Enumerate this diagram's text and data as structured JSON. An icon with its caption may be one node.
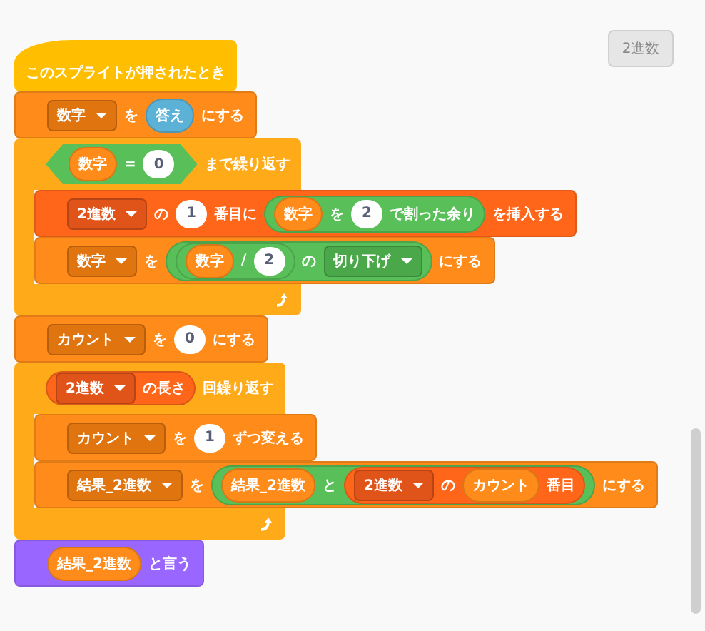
{
  "diagram": {
    "nodes": [
      {
        "text": [
          "このスプライトが押されたとき"
        ]
      },
      {
        "text": [
          "を",
          "にする"
        ]
      },
      {
        "text": [
          "数字"
        ],
        "in": 1
      },
      {
        "text": [
          "答え"
        ],
        "in": 1
      },
      {
        "text": [
          "まで繰り返す"
        ]
      },
      {
        "text": [
          "="
        ],
        "in": 4
      },
      {
        "text": [
          "数字"
        ],
        "in": 5
      },
      {
        "text": [
          "0"
        ],
        "in": 5
      },
      {
        "text": [
          "の",
          "番目に",
          "を挿入する"
        ]
      },
      {
        "text": [
          "2進数"
        ],
        "in": 8
      },
      {
        "text": [
          "1"
        ],
        "in": 8
      },
      {
        "text": [
          "を",
          "で割った余り"
        ],
        "in": 8
      },
      {
        "text": [
          "数字"
        ],
        "in": 11
      },
      {
        "text": [
          "2"
        ],
        "in": 11
      },
      {
        "text": [
          "を",
          "にする"
        ]
      },
      {
        "text": [
          "数字"
        ],
        "in": 14
      },
      {
        "text": [
          "の"
        ],
        "in": 14
      },
      {
        "text": [
          "/"
        ],
        "in": 16
      },
      {
        "text": [
          "数字"
        ],
        "in": 17
      },
      {
        "text": [
          "2"
        ],
        "in": 17
      },
      {
        "text": [
          "切り下げ"
        ],
        "in": 16
      },
      {
        "text": [
          "を",
          "にする"
        ]
      },
      {
        "text": [
          "カウント"
        ],
        "in": 21
      },
      {
        "text": [
          "0"
        ],
        "in": 21
      },
      {
        "text": [
          "回繰り返す"
        ]
      },
      {
        "text": [
          "の長さ"
        ],
        "in": 24
      },
      {
        "text": [
          "2進数"
        ],
        "in": 25
      },
      {
        "text": [
          "を",
          "ずつ変える"
        ]
      },
      {
        "text": [
          "カウント"
        ],
        "in": 27
      },
      {
        "text": [
          "1"
        ],
        "in": 27
      },
      {
        "text": [
          "を",
          "にする"
        ]
      },
      {
        "text": [
          "結果_2進数"
        ],
        "in": 30
      },
      {
        "text": [
          "と"
        ],
        "in": 30
      },
      {
        "text": [
          "結果_2進数"
        ],
        "in": 32
      },
      {
        "text": [
          "の",
          "番目"
        ],
        "in": 32
      },
      {
        "text": [
          "2進数"
        ],
        "in": 34
      },
      {
        "text": [
          "カウント"
        ],
        "in": 34
      },
      {
        "text": [
          "と言う"
        ]
      },
      {
        "text": [
          "結果_2進数"
        ],
        "in": 37
      },
      {
        "text": [
          "2進数"
        ]
      }
    ]
  }
}
